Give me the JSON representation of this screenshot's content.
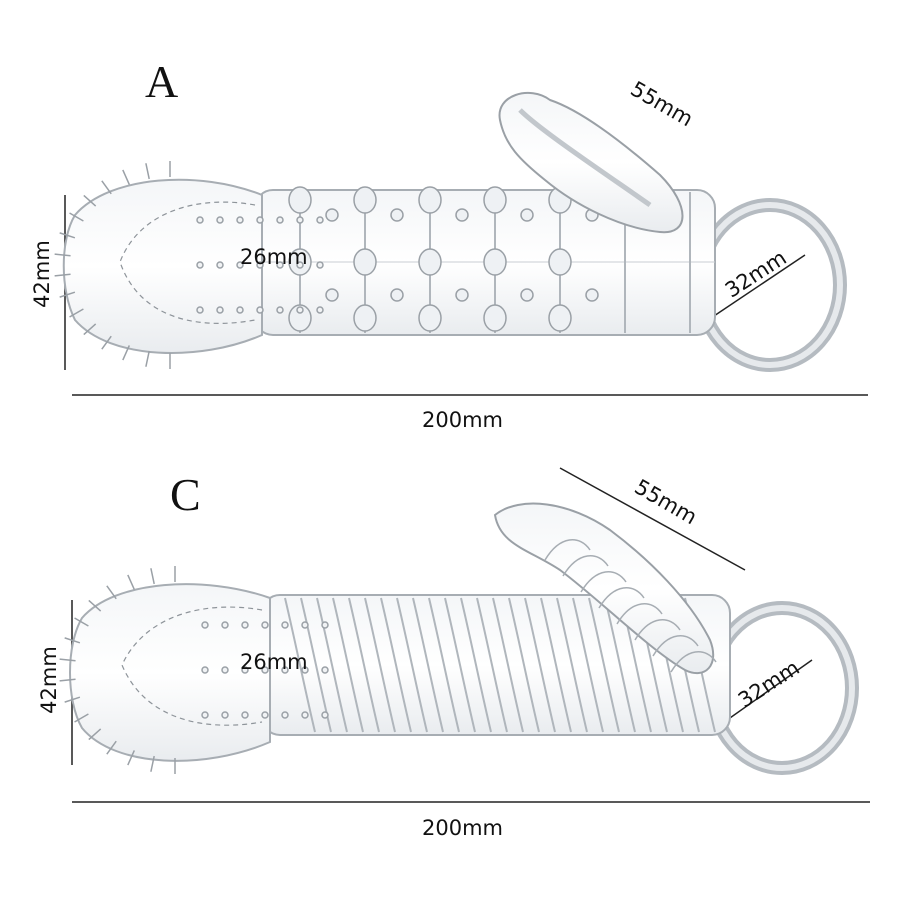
{
  "variants": [
    {
      "letter": "A",
      "dimensions": {
        "width": "42mm",
        "inner": "26mm",
        "nub": "55mm",
        "ring": "32mm",
        "length": "200mm"
      }
    },
    {
      "letter": "C",
      "dimensions": {
        "width": "42mm",
        "inner": "26mm",
        "nub": "55mm",
        "ring": "32mm",
        "length": "200mm"
      }
    }
  ],
  "colors": {
    "text": "#111111",
    "outline": "#9aa0a6",
    "line": "#222222",
    "background": "#ffffff"
  }
}
